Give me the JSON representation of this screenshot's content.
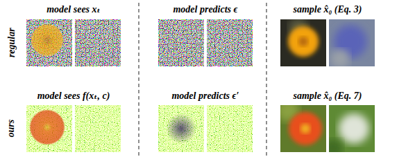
{
  "diagram": {
    "labels": [
      "regular",
      "ours",
      "model sees xₜ",
      "model predicts ϵ",
      "sample x̂₀ (Eq. 3)",
      "model sees f(xₜ, c)",
      "model predicts ϵ′",
      "sample x̂₀ (Eq. 7)"
    ]
  }
}
